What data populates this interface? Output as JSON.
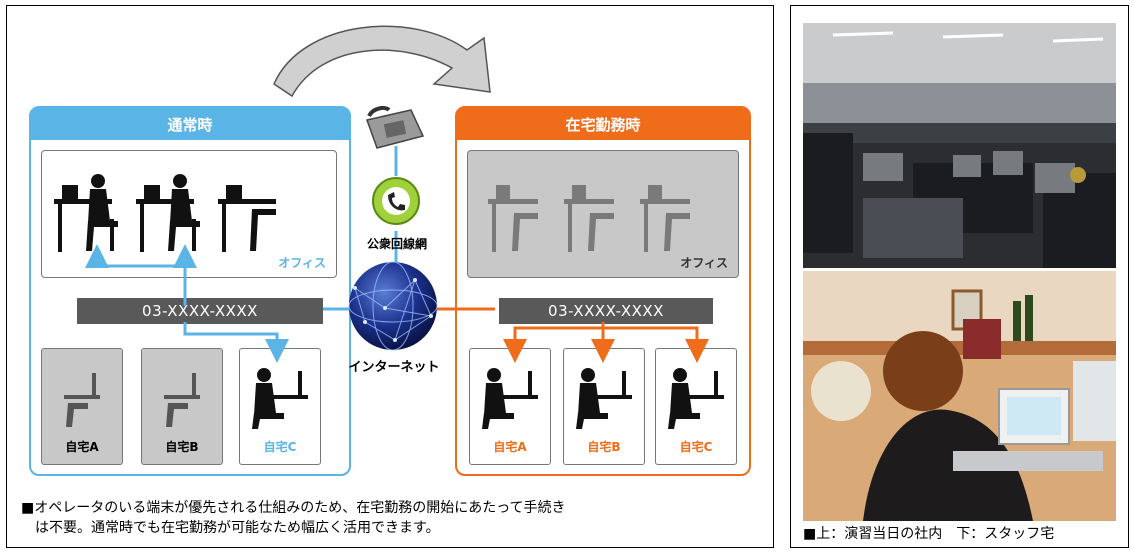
{
  "diagram": {
    "normal": {
      "title": "通常時",
      "office_label": "オフィス",
      "phone_number": "03-XXXX-XXXX",
      "homes": [
        "自宅A",
        "自宅B",
        "自宅C"
      ]
    },
    "remote": {
      "title": "在宅勤務時",
      "office_label": "オフィス",
      "phone_number": "03-XXXX-XXXX",
      "homes": [
        "自宅A",
        "自宅B",
        "自宅C"
      ]
    },
    "public_network_label": "公衆回線網",
    "internet_label": "インターネット",
    "caption_line1": "■オペレータのいる端末が優先される仕組みのため、在宅勤務の開始にあたって手続き",
    "caption_line2": "は不要。通常時でも在宅勤務が可能なため幅広く活用できます。"
  },
  "photos": {
    "caption": "■上：演習当日の社内　下：スタッフ宅"
  },
  "colors": {
    "normal_blue": "#5bb4e6",
    "remote_orange": "#ee6c1a",
    "dark_bar": "#595959",
    "gray_fill": "#c8c8c8"
  }
}
